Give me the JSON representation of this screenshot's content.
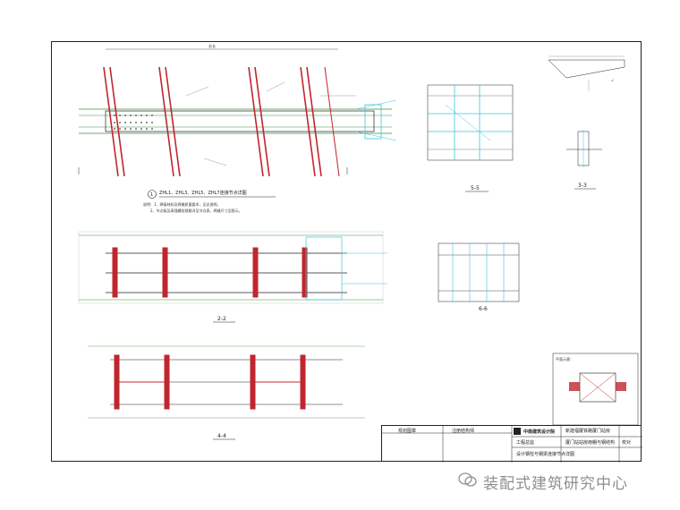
{
  "drawing": {
    "beam_title": "ZHL1、ZHL3、ZHL5、ZHL7连接节点详图",
    "note_1": "说明：1、焊接材料及焊缝质量要求，见总说明。",
    "note_2": "2、节点板及高强螺栓规格详见节点表，焊缝尺寸见图示。",
    "callout_number": "1",
    "section_2_2": "2-2",
    "section_3_3": "3-3",
    "section_4_4": "4-4",
    "section_5_5": "5-5",
    "section_6_6": "6-6",
    "plan_label": "平面示意：",
    "dim_top": "总长"
  },
  "title_block": {
    "cell_a": "规划图章",
    "cell_b": "注册结构师",
    "institute": "中南建筑设计院",
    "project": "新建福厦铁路厦门站房",
    "subproject": "厦门站站房雨棚与钢结构",
    "drawing_name": "钢柱与钢梁连接节点详图",
    "role_1": "工程总监",
    "role_2": "设计",
    "role_3": "校对"
  },
  "watermark": {
    "text": "装配式建筑研究中心"
  },
  "colors": {
    "column_red": "#c0262d",
    "beam_green": "#3a8f3a",
    "cyan": "#38c7e0",
    "line": "#222222"
  }
}
